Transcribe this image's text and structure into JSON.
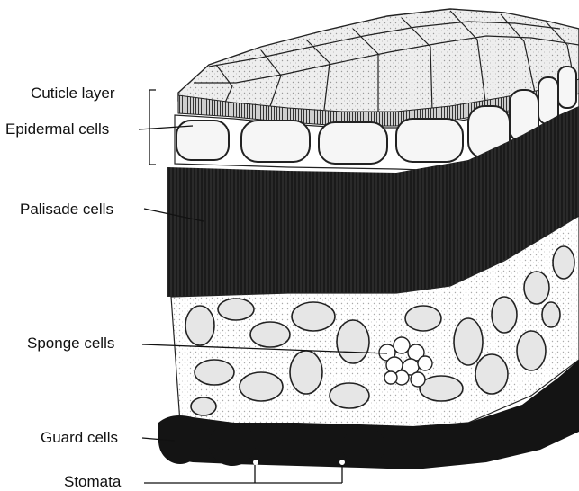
{
  "labels": {
    "cuticle": "Cuticle layer",
    "epidermal": "Epidermal cells",
    "palisade": "Palisade cells",
    "sponge": "Sponge cells",
    "guard": "Guard cells",
    "stomata": "Stomata"
  },
  "colors": {
    "ink": "#111111",
    "palisade_fill": "#1c1c1c",
    "cell_fill": "#f4f4f4",
    "background": "#ffffff"
  }
}
